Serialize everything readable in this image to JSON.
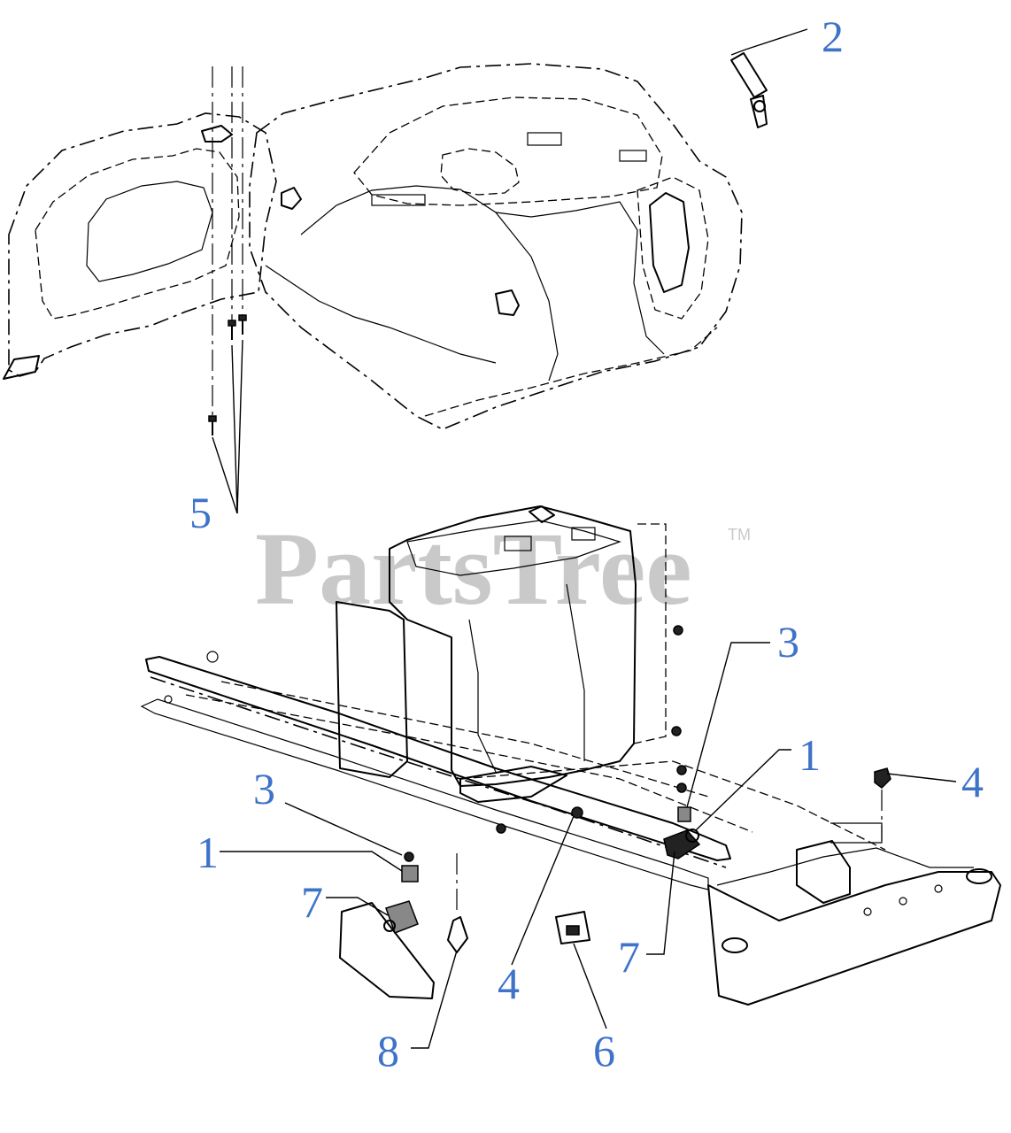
{
  "watermark": {
    "text": "PartsTree",
    "trademark": "TM"
  },
  "callouts": [
    {
      "id": "c2",
      "label": "2"
    },
    {
      "id": "c5",
      "label": "5"
    },
    {
      "id": "c3r",
      "label": "3"
    },
    {
      "id": "c1r",
      "label": "1"
    },
    {
      "id": "c4r",
      "label": "4"
    },
    {
      "id": "c3l",
      "label": "3"
    },
    {
      "id": "c1l",
      "label": "1"
    },
    {
      "id": "c7l",
      "label": "7"
    },
    {
      "id": "c7r",
      "label": "7"
    },
    {
      "id": "c4b",
      "label": "4"
    },
    {
      "id": "c6",
      "label": "6"
    },
    {
      "id": "c8",
      "label": "8"
    }
  ],
  "colors": {
    "callout": "#3f73c9",
    "watermark": "#c9c9c9",
    "line": "#000000"
  }
}
